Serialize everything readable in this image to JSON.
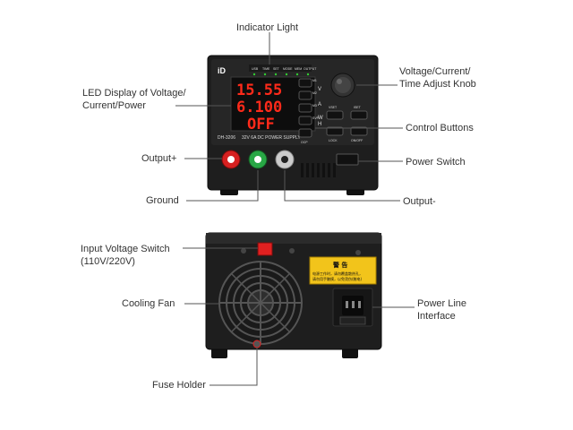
{
  "front_labels": {
    "indicator_light": "Indicator Light",
    "knob": "Voltage/Current/\nTime Adjust Knob",
    "led_display": "LED Display of Voltage/\nCurrent/Power",
    "control_buttons": "Control Buttons",
    "output_plus": "Output+",
    "power_switch": "Power Switch",
    "ground": "Ground",
    "output_minus": "Output-"
  },
  "back_labels": {
    "input_voltage_switch": "Input Voltage Switch\n(110V/220V)",
    "cooling_fan": "Cooling Fan",
    "power_line": "Power Line\nInterface",
    "fuse_holder": "Fuse Holder"
  },
  "device": {
    "brand": "iD",
    "model": "DH-3206",
    "spec": "32V 6A DC POWER SUPPLY",
    "display_rows": [
      "15.55",
      "6.100",
      "OFF"
    ],
    "unit_letters": [
      "V",
      "A",
      "W",
      "H"
    ],
    "top_indicators": [
      "USB",
      "TIME",
      "SET",
      "MODE",
      "MEM",
      "OUTPUT"
    ],
    "buttons_left": [
      "M1",
      "M2",
      "M3",
      "SVP",
      "OCP"
    ],
    "buttons_right": [
      "VSET",
      "ISET",
      "LOCK",
      "ON/OFF"
    ],
    "warning_title": "警 告",
    "warning_line1": "电源工作时，请勿覆盖散热孔，",
    "warning_line2": "请勿用手触摸，以免烫伤(触电)"
  },
  "colors": {
    "body": "#1e1e1e",
    "panel": "#262626",
    "led": "#ff2a1a",
    "label": "#333333",
    "leader_line": "#555555",
    "terminal_red": "#d62020",
    "terminal_green": "#28a745",
    "terminal_black": "#cccccc",
    "warning_sticker": "#f2c41b",
    "switch_red": "#e02020"
  }
}
